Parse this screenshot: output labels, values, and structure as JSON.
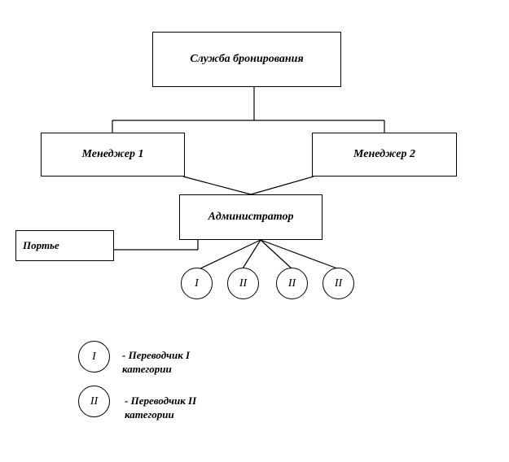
{
  "nodes": {
    "booking_service": "Служба бронирования",
    "manager_1": "Менеджер 1",
    "manager_2": "Менеджер 2",
    "administrator": "Администратор",
    "porter": "Портье",
    "translators": [
      "I",
      "II",
      "II",
      "II"
    ]
  },
  "legend": {
    "cat1_symbol": "I",
    "cat1_text": "- Переводчик I\nкатегории",
    "cat2_symbol": "II",
    "cat2_text": "- Переводчик II\nкатегории"
  }
}
